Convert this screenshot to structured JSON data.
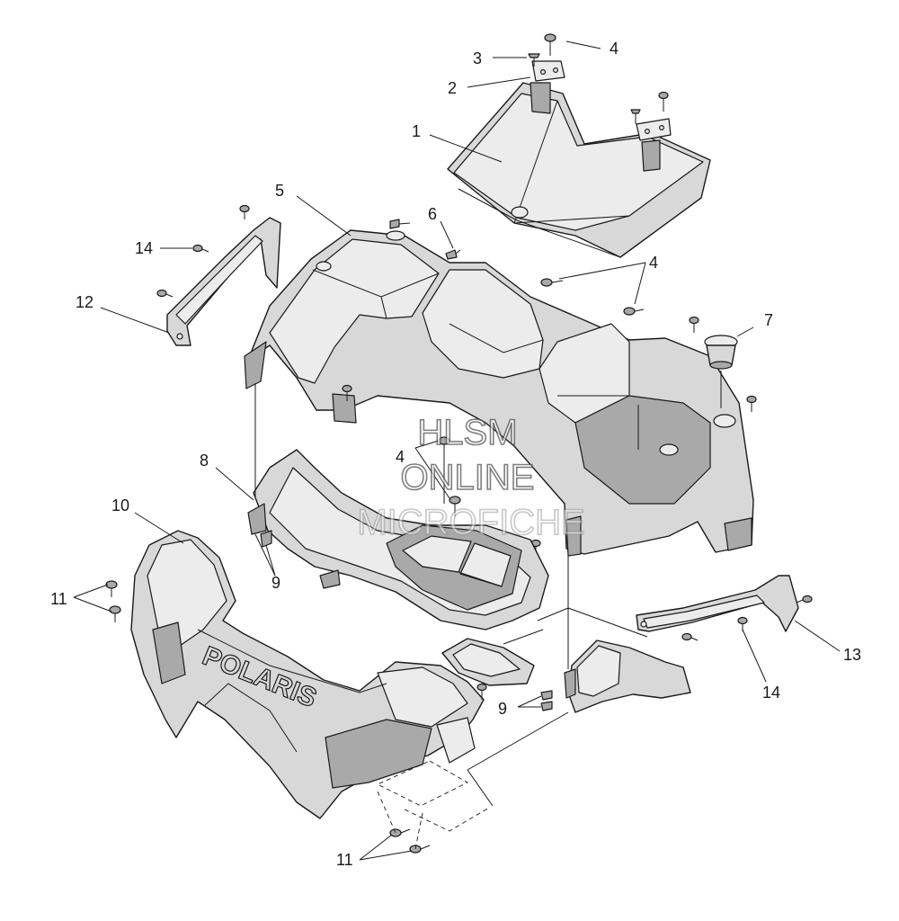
{
  "watermark": {
    "line1": "HLSM",
    "line2": "ONLINE",
    "line3": "MICROFICHE"
  },
  "brand_text": "POLARIS",
  "callouts": {
    "c1": "1",
    "c2": "2",
    "c3": "3",
    "c4a": "4",
    "c4b": "4",
    "c4c": "4",
    "c5": "5",
    "c6": "6",
    "c7": "7",
    "c8": "8",
    "c9a": "9",
    "c9b": "9",
    "c10": "10",
    "c11a": "11",
    "c11b": "11",
    "c12": "12",
    "c13": "13",
    "c14a": "14",
    "c14b": "14"
  }
}
